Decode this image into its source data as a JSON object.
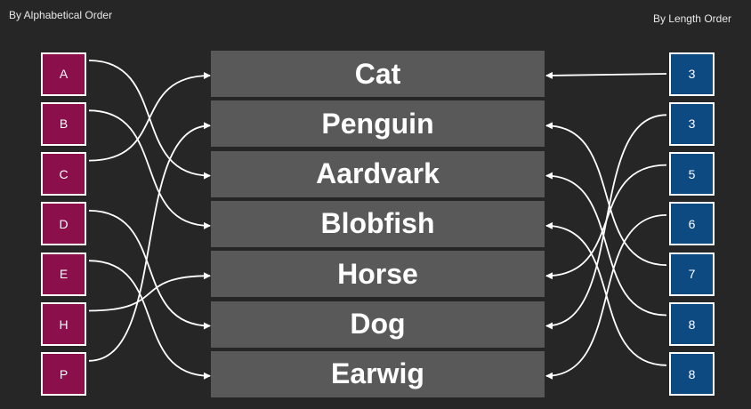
{
  "left_title": "By Alphabetical Order",
  "right_title": "By Length Order",
  "colors": {
    "background": "#262626",
    "left_box": "#8a0f4a",
    "right_box": "#0e4a82",
    "word_box": "#595959",
    "connector": "#ffffff"
  },
  "words": [
    "Cat",
    "Penguin",
    "Aardvark",
    "Blobfish",
    "Horse",
    "Dog",
    "Earwig"
  ],
  "alphabetical_letters": [
    "A",
    "B",
    "C",
    "D",
    "E",
    "H",
    "P"
  ],
  "lengths": [
    "3",
    "3",
    "5",
    "6",
    "7",
    "8",
    "8"
  ],
  "alphabetical_links": [
    {
      "letter": "A",
      "word": "Aardvark"
    },
    {
      "letter": "B",
      "word": "Blobfish"
    },
    {
      "letter": "C",
      "word": "Cat"
    },
    {
      "letter": "D",
      "word": "Dog"
    },
    {
      "letter": "E",
      "word": "Earwig"
    },
    {
      "letter": "H",
      "word": "Horse"
    },
    {
      "letter": "P",
      "word": "Penguin"
    }
  ],
  "length_links": [
    {
      "length": "3",
      "word": "Cat"
    },
    {
      "length": "3",
      "word": "Dog"
    },
    {
      "length": "5",
      "word": "Horse"
    },
    {
      "length": "6",
      "word": "Earwig"
    },
    {
      "length": "7",
      "word": "Penguin"
    },
    {
      "length": "8",
      "word": "Aardvark"
    },
    {
      "length": "8",
      "word": "Blobfish"
    }
  ]
}
